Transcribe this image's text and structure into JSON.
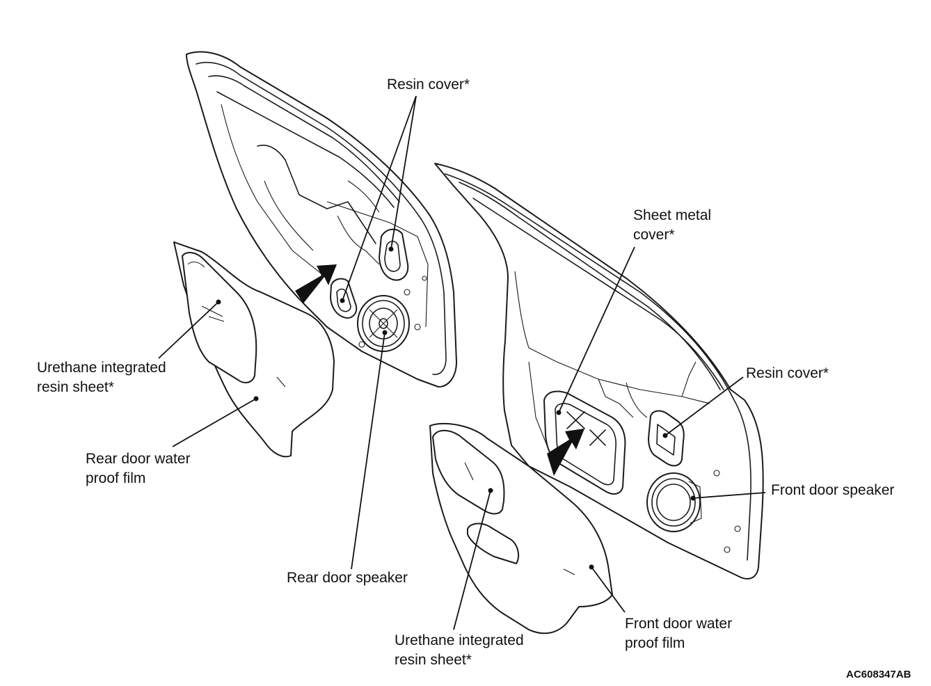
{
  "labels": {
    "rear_resin_cover": "Resin cover*",
    "sheet_metal_cover_line1": "Sheet metal",
    "sheet_metal_cover_line2": "cover*",
    "front_resin_cover": "Resin cover*",
    "front_door_speaker": "Front door speaker",
    "rear_urethane_line1": "Urethane integrated",
    "rear_urethane_line2": "resin sheet*",
    "rear_water_film_line1": "Rear door water",
    "rear_water_film_line2": "proof film",
    "rear_door_speaker": "Rear door speaker",
    "front_urethane_line1": "Urethane integrated",
    "front_urethane_line2": "resin sheet*",
    "front_water_film_line1": "Front door water",
    "front_water_film_line2": "proof film"
  },
  "figure_code": "AC608347AB",
  "colors": {
    "line": "#1a1a1a",
    "background": "#ffffff",
    "arrow": "#111111"
  }
}
